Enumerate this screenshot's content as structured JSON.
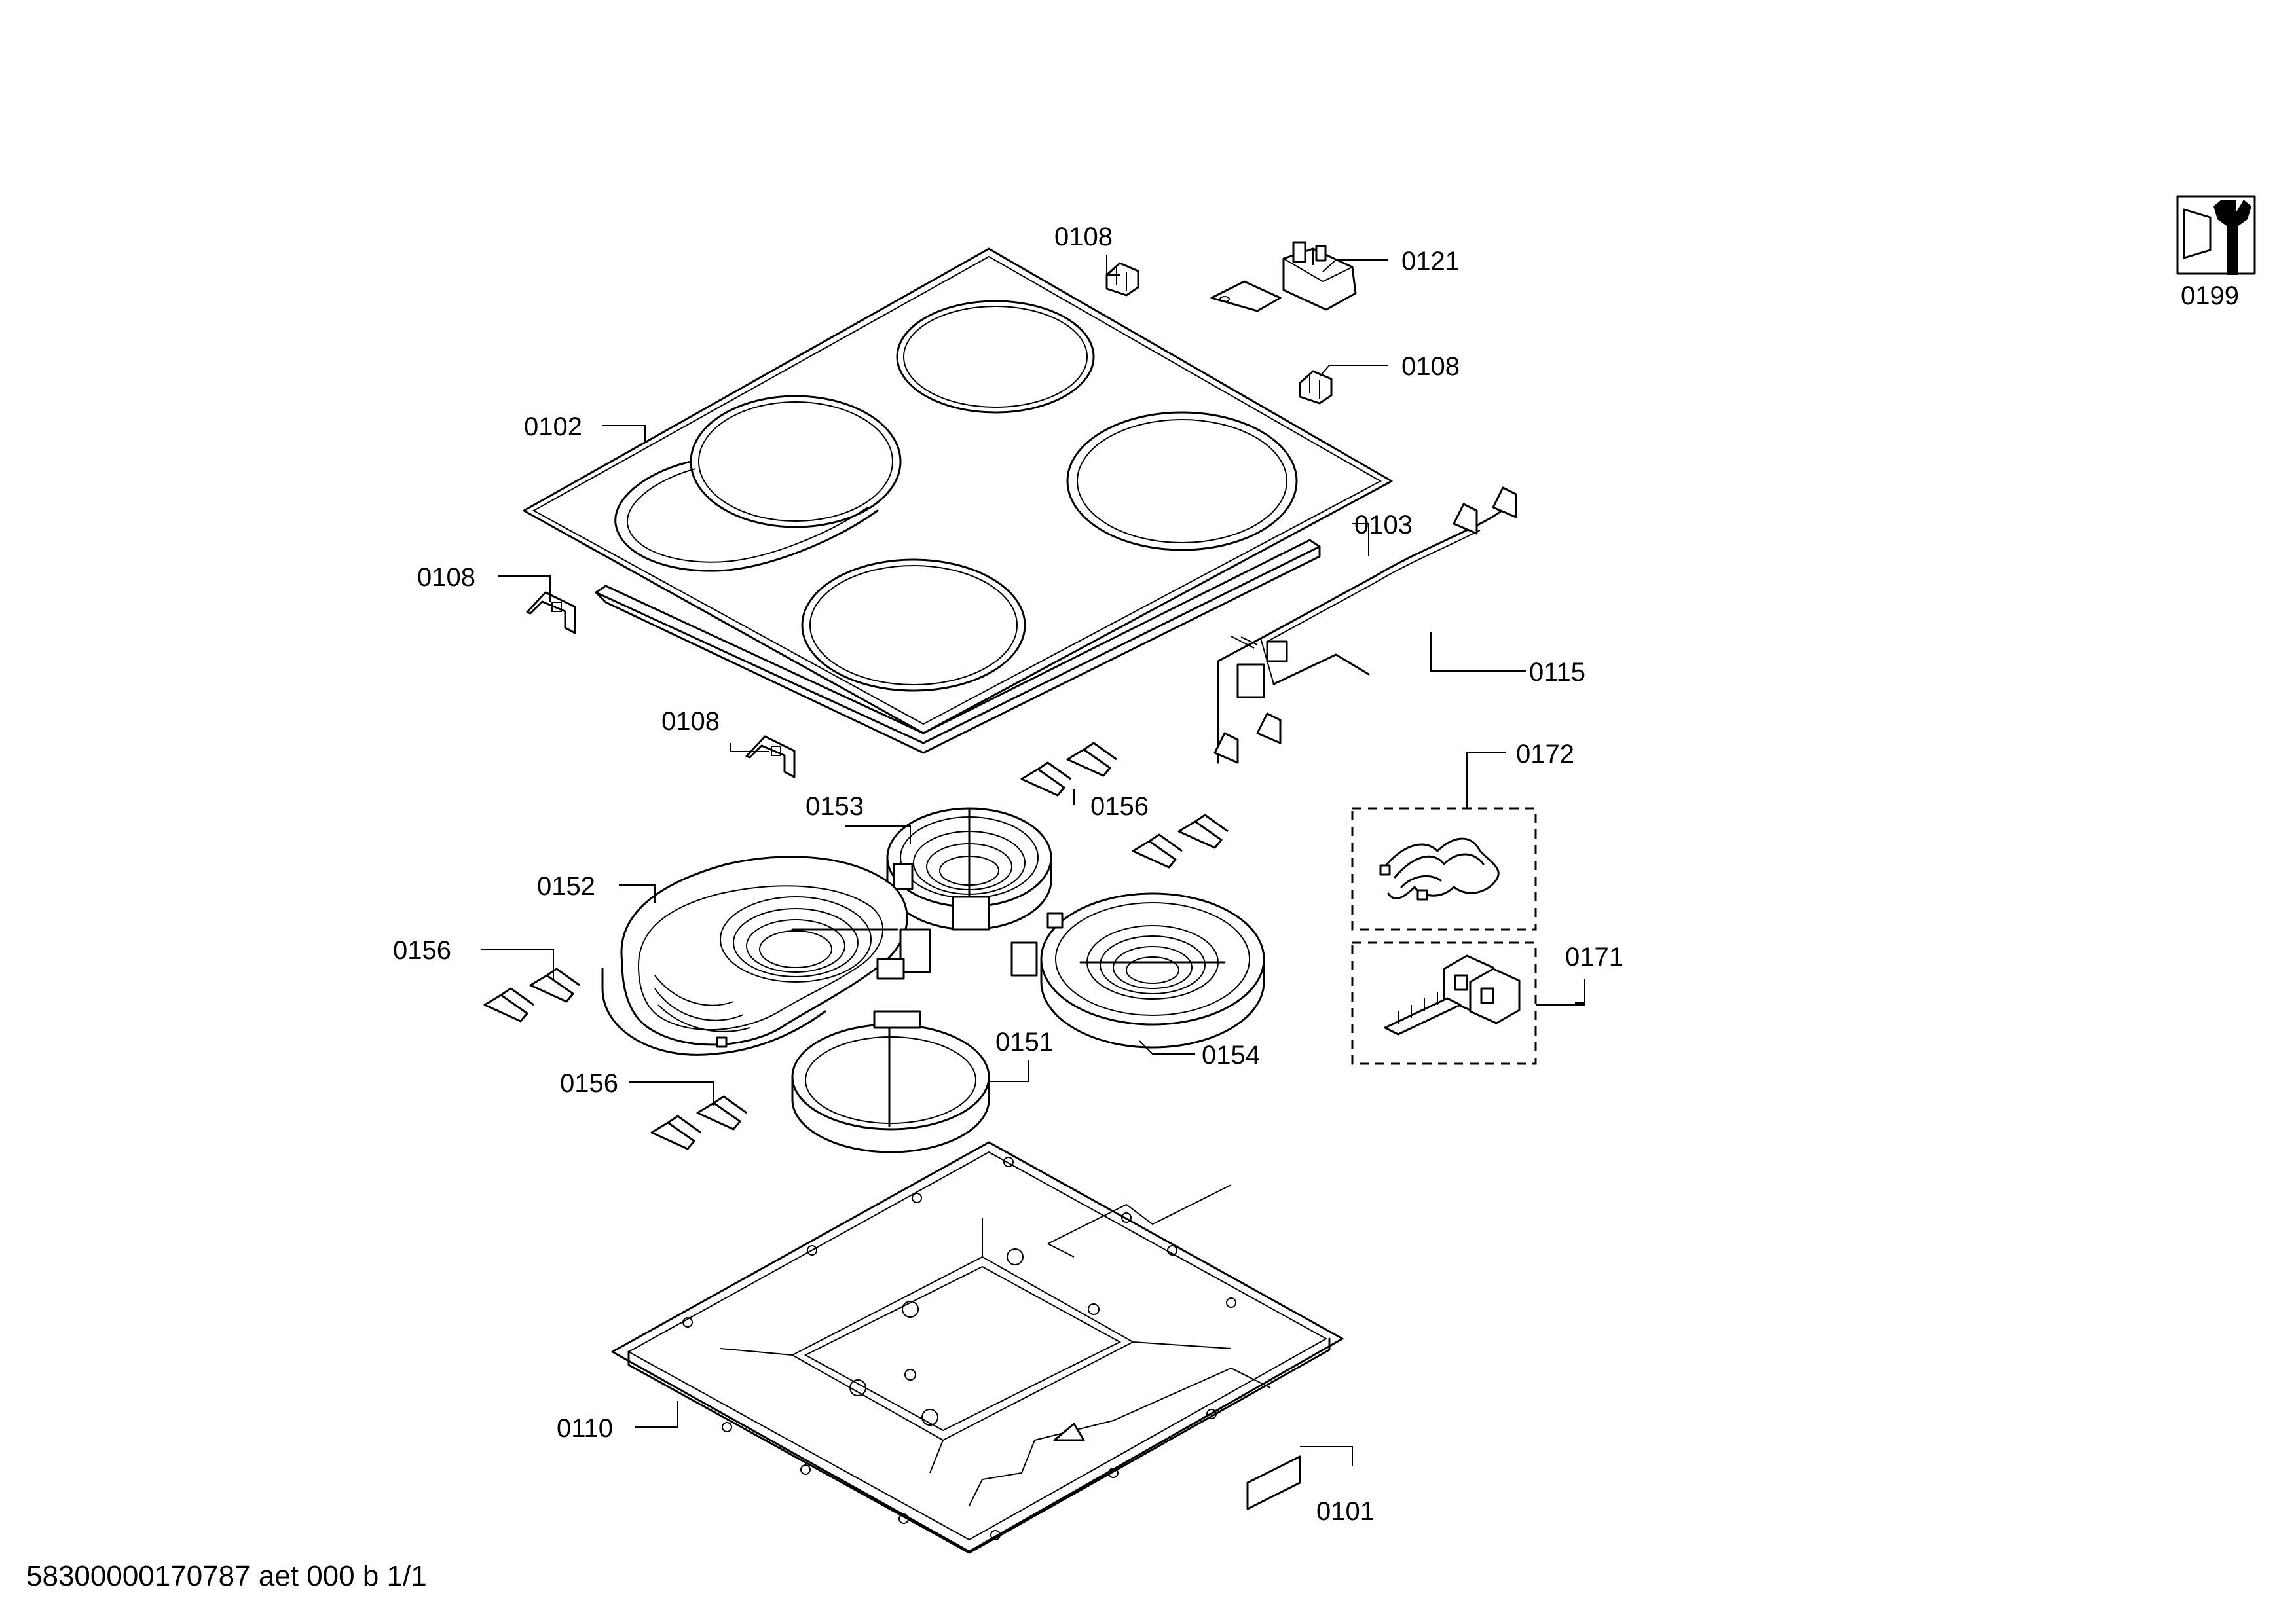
{
  "labels": {
    "p0108a": "0108",
    "p0121": "0121",
    "p0108b": "0108",
    "p0102": "0102",
    "p0103": "0103",
    "p0108c": "0108",
    "p0115": "0115",
    "p0108d": "0108",
    "p0172": "0172",
    "p0153": "0153",
    "p0156a": "0156",
    "p0152": "0152",
    "p0156b": "0156",
    "p0171": "0171",
    "p0151": "0151",
    "p0154": "0154",
    "p0156c": "0156",
    "p0110": "0110",
    "p0101": "0101",
    "p0199": "0199"
  },
  "footer": {
    "doc_id": "58300000170787 aet 000 b 1/1"
  }
}
